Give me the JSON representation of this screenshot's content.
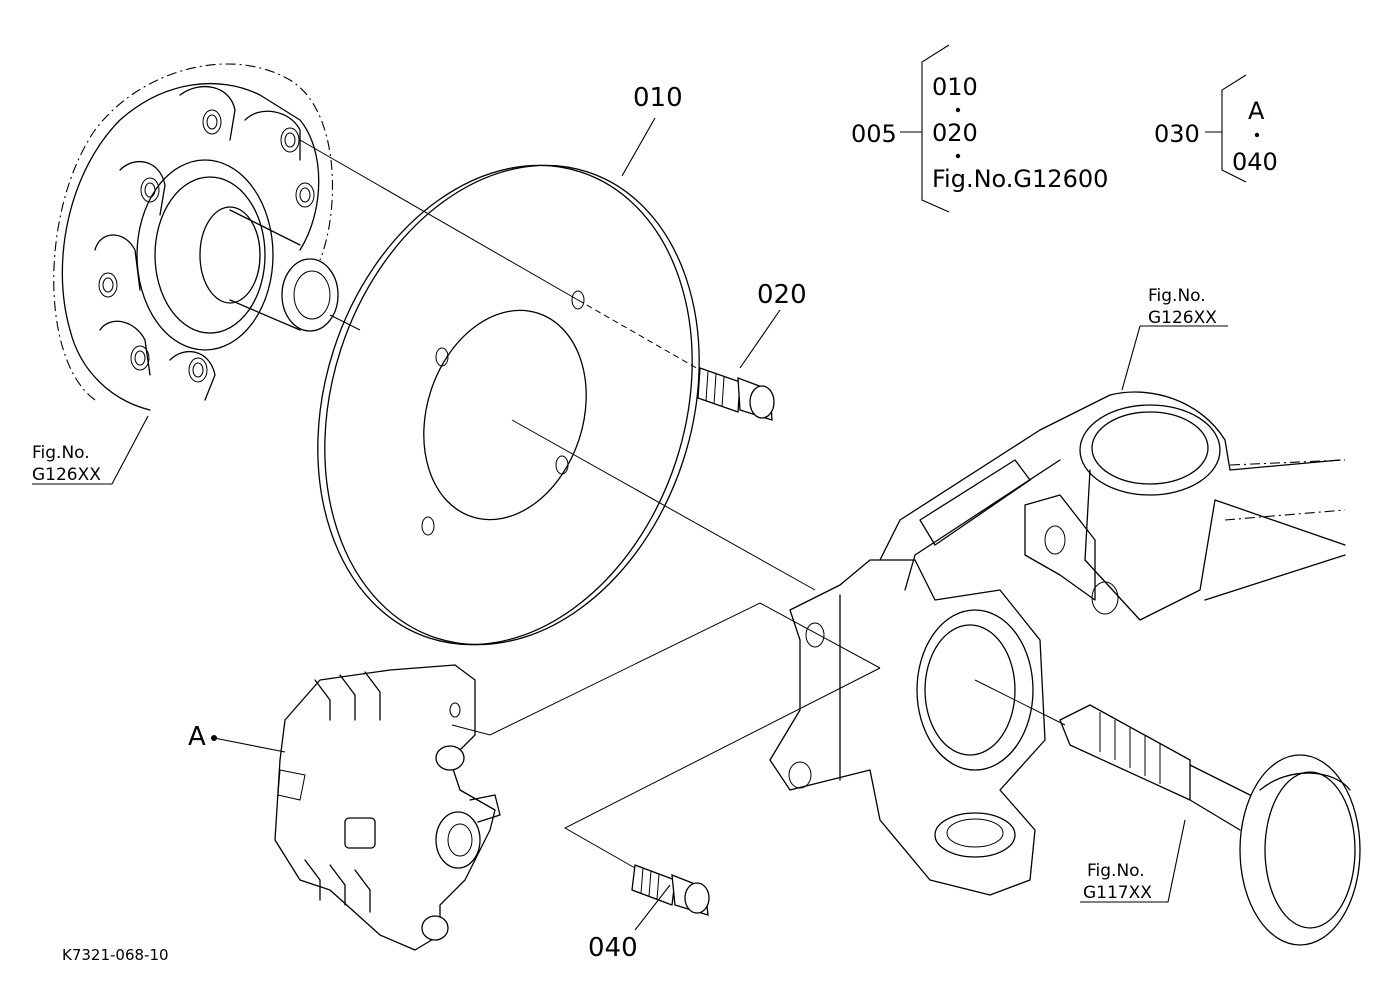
{
  "parts": {
    "disc": "010",
    "bolt_top": "020",
    "bolt_bottom": "040",
    "caliper_marker": "A"
  },
  "groups": {
    "g005": {
      "code": "005",
      "items": [
        "010",
        "020",
        "Fig.No.G12600"
      ]
    },
    "g030": {
      "code": "030",
      "items": [
        "A",
        "040"
      ]
    }
  },
  "refs": {
    "hub": {
      "line1": "Fig.No.",
      "line2": "G126XX"
    },
    "axle": {
      "line1": "Fig.No.",
      "line2": "G126XX"
    },
    "shaft": {
      "line1": "Fig.No.",
      "line2": "G117XX"
    }
  },
  "drawing_id": "K7321-068-10",
  "colors": {
    "ink": "#000000",
    "paper": "#ffffff"
  }
}
